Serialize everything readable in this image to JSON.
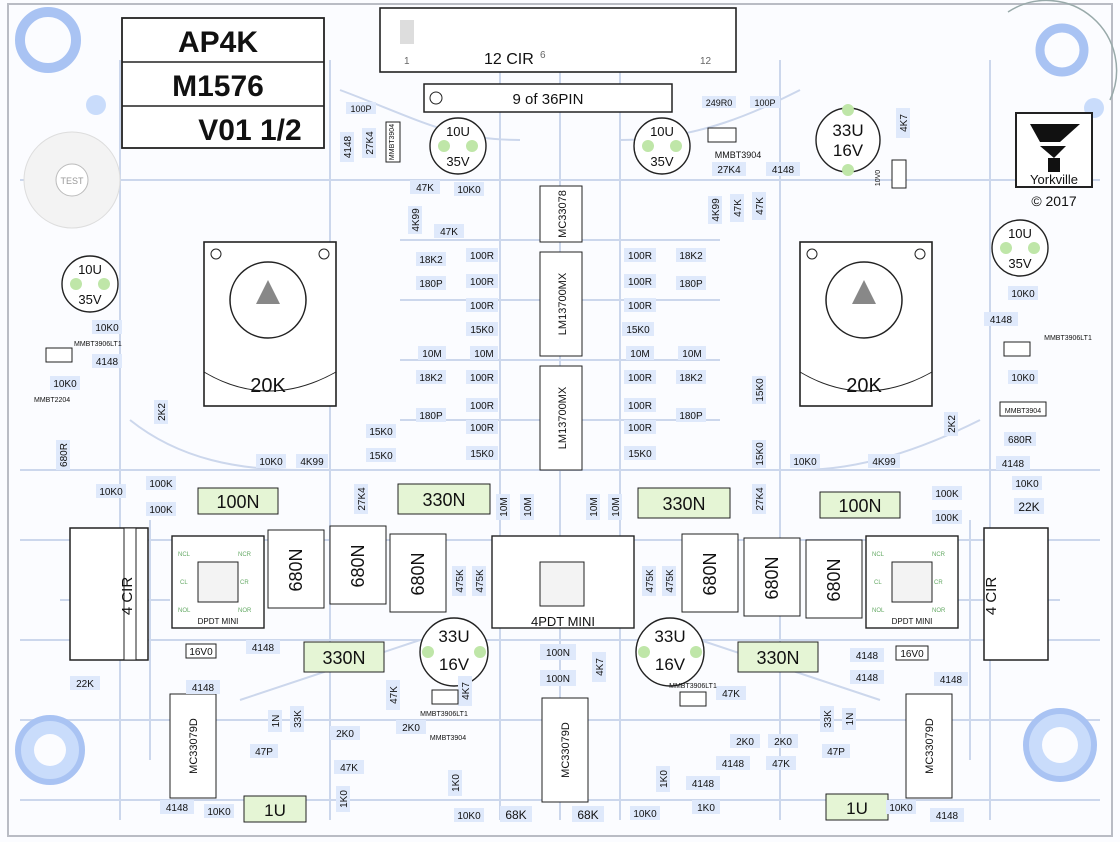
{
  "board": {
    "title_block": {
      "line1": "AP4K",
      "line2": "M1576",
      "line3": "V01 1/2"
    },
    "logo": {
      "name": "Yorkville",
      "copyright": "© 2017"
    },
    "test_label": "TEST",
    "connectors": {
      "top_12": {
        "label": "12 CIR",
        "pin1": "1",
        "pin6": "6",
        "pin12": "12"
      },
      "top_36": {
        "label": "9 of 36PIN"
      },
      "left_4": {
        "label": "4 CIR"
      },
      "right_4": {
        "label": "4 CIR"
      }
    },
    "potentiometers": [
      {
        "label": "20K"
      },
      {
        "label": "20K"
      }
    ],
    "switches": {
      "left": "DPDT MINI",
      "center": "4PDT MINI",
      "right": "DPDT MINI",
      "pin_labels": [
        "NCL",
        "NCR",
        "CL",
        "CR",
        "NOL",
        "NOR"
      ]
    },
    "ics": {
      "mc33078": "MC33078",
      "lm13700_a": "LM13700MX",
      "lm13700_b": "LM13700MX",
      "mc33079_left": "MC33079D",
      "mc33079_center": "MC33079D",
      "mc33079_right": "MC33079D"
    },
    "electrolytics": [
      {
        "v": "10U",
        "volt": "35V"
      },
      {
        "v": "10U",
        "volt": "35V"
      },
      {
        "v": "33U",
        "volt": "16V"
      },
      {
        "v": "10U",
        "volt": "35V"
      },
      {
        "v": "10U",
        "volt": "35V"
      },
      {
        "v": "33U",
        "volt": "16V"
      },
      {
        "v": "33U",
        "volt": "16V"
      }
    ],
    "film_caps": {
      "c100n": "100N",
      "c330n": "330N",
      "c680n": "680N",
      "c1u": "1U"
    },
    "parts": {
      "r10k0": "10K0",
      "r47k": "47K",
      "r4148": "4148",
      "r100r": "100R",
      "r18k2": "18K2",
      "r180p": "180P",
      "r15k0": "15K0",
      "r10m": "10M",
      "r4k99": "4K99",
      "r27k4": "27K4",
      "r2k2": "2K2",
      "r100k": "100K",
      "r22k": "22K",
      "r680r": "680R",
      "r4k7": "4K7",
      "r249r0": "249R0",
      "r100p": "100P",
      "r16v0": "16V0",
      "r1k0": "1K0",
      "r68k": "68K",
      "r2k0": "2K0",
      "r33k": "33K",
      "r1n": "1N",
      "r47p": "47P",
      "r475k": "475K",
      "q3904": "MMBT3904",
      "q3906": "MMBT3906LT1",
      "q2204": "MMBT2204",
      "r10v0": "10V0"
    }
  }
}
